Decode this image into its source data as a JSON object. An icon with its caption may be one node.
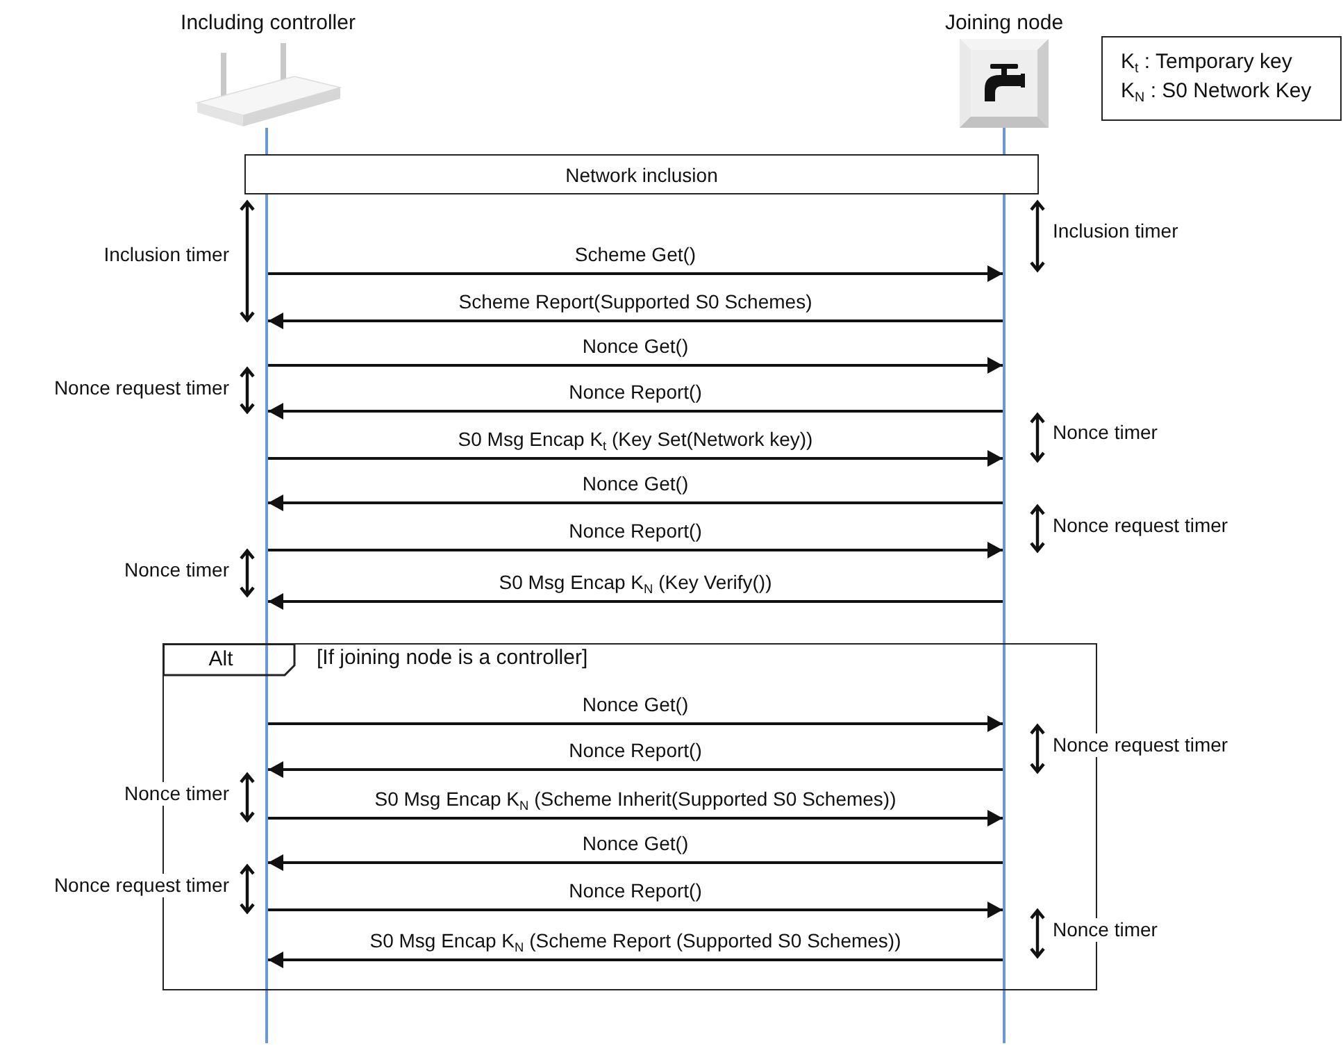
{
  "diagram": {
    "nodes": [
      {
        "text": [
          "Including controller"
        ]
      },
      {
        "text": [
          "Joining node"
        ]
      },
      {
        "text": [],
        "shape": "line"
      },
      {
        "text": [],
        "shape": "line"
      },
      {
        "text": [
          "Network inclusion"
        ]
      },
      {
        "text": [
          "Alt"
        ],
        "beside": [
          "[If joining node is a controller]"
        ]
      },
      {
        "text": [
          "K$_{t}$ : Temporary key",
          "K$_{N}$ : S0 Network Key"
        ]
      }
    ],
    "edges": [
      {
        "from": 2,
        "to": 3,
        "arrow": "to",
        "label": "Scheme Get()"
      },
      {
        "from": 3,
        "to": 2,
        "arrow": "to",
        "label": "Scheme Report(Supported S0 Schemes)"
      },
      {
        "from": 2,
        "to": 3,
        "arrow": "to",
        "label": "Nonce Get()"
      },
      {
        "from": 3,
        "to": 2,
        "arrow": "to",
        "label": "Nonce Report()"
      },
      {
        "from": 2,
        "to": 3,
        "arrow": "to",
        "label": "S0 Msg Encap K$_{t}$ (Key Set(Network key))"
      },
      {
        "from": 3,
        "to": 2,
        "arrow": "to",
        "label": "Nonce Get()"
      },
      {
        "from": 2,
        "to": 3,
        "arrow": "to",
        "label": "Nonce Report()"
      },
      {
        "from": 3,
        "to": 2,
        "arrow": "to",
        "label": "S0 Msg Encap K$_{N}$ (Key Verify())"
      },
      {
        "from": 2,
        "to": 3,
        "arrow": "to",
        "label": "Nonce Get()"
      },
      {
        "from": 3,
        "to": 2,
        "arrow": "to",
        "label": "Nonce Report()"
      },
      {
        "from": 2,
        "to": 3,
        "arrow": "to",
        "label": "S0 Msg Encap K$_{N}$ (Scheme Inherit(Supported S0 Schemes))"
      },
      {
        "from": 3,
        "to": 2,
        "arrow": "to",
        "label": "Nonce Get()"
      },
      {
        "from": 2,
        "to": 3,
        "arrow": "to",
        "label": "Nonce Report()"
      },
      {
        "from": 3,
        "to": 2,
        "arrow": "to",
        "label": "S0 Msg Encap K$_{N}$ (Scheme Report (Supported S0 Schemes))"
      }
    ],
    "labels": [
      "Inclusion timer",
      "Inclusion timer",
      "Nonce request timer",
      "Nonce timer",
      "Nonce request timer",
      "Nonce timer",
      "Nonce request timer",
      "Nonce timer",
      "Nonce request timer",
      "Nonce timer"
    ]
  }
}
